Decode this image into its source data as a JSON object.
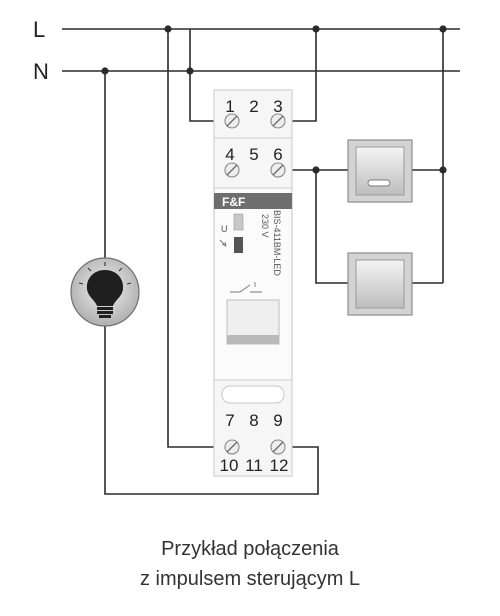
{
  "rails": {
    "line": "L",
    "neutral": "N"
  },
  "terminals": {
    "top_row_1": [
      "1",
      "2",
      "3"
    ],
    "top_row_2": [
      "4",
      "5",
      "6"
    ],
    "bottom_row_1": [
      "7",
      "8",
      "9"
    ],
    "bottom_row_2": [
      "10",
      "11",
      "12"
    ]
  },
  "device": {
    "brand": "F&F",
    "voltage": "230 V",
    "model": "BIS-411BM-LED",
    "indicator_u": "U"
  },
  "icons": {
    "bulb": "light-bulb-icon",
    "switch": "push-button-switch-icon"
  },
  "caption": {
    "line1": "Przykład połączenia",
    "line2": "z impulsem sterującym L"
  }
}
